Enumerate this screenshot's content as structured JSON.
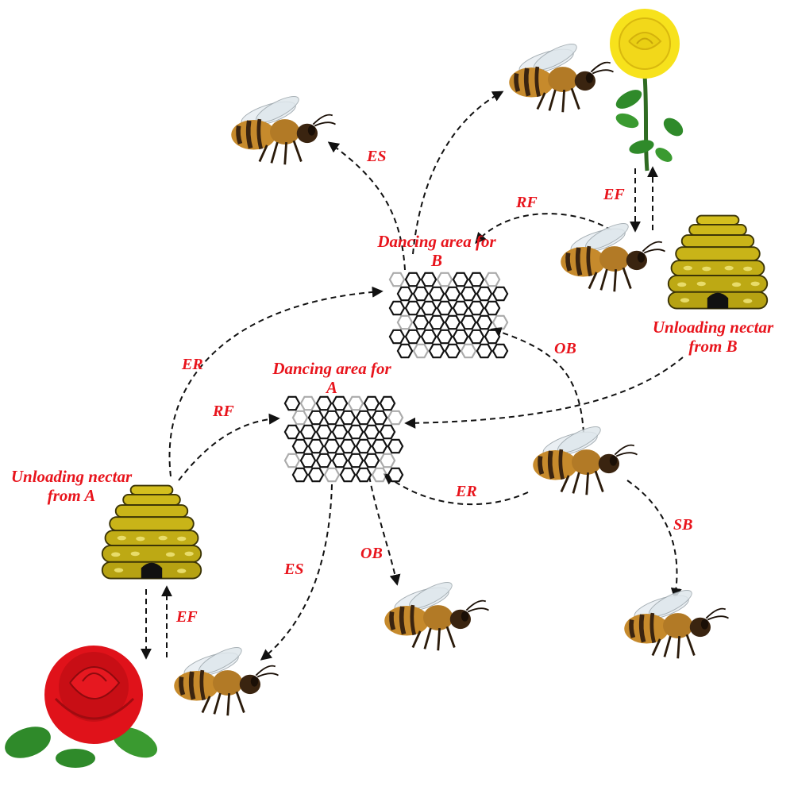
{
  "labels": {
    "dancing_b_line1": "Dancing area for",
    "dancing_b_line2": "B",
    "dancing_a_line1": "Dancing area for",
    "dancing_a_line2": "A",
    "unloading_b_line1": "Unloading nectar",
    "unloading_b_line2": "from B",
    "unloading_a_line1": "Unloading nectar",
    "unloading_a_line2": "from A"
  },
  "edges": {
    "es_top": "ES",
    "rf_top": "RF",
    "ef_top": "EF",
    "er_left": "ER",
    "rf_left": "RF",
    "ob_right": "OB",
    "er_bottom": "ER",
    "sb": "SB",
    "es_bottom": "ES",
    "ob_bottom": "OB",
    "ef_bottom": "EF"
  },
  "colors": {
    "label_red": "#e8141c",
    "hive_gold": "#c9b418",
    "hive_dark": "#6e6106",
    "rose_red": "#e0121a",
    "rose_yellow": "#f7e21c",
    "leaf_green": "#2f8a2a",
    "bee_body": "#c68a2c",
    "bee_stripe": "#3a2410"
  },
  "icons": [
    "bee-icon",
    "beehive-icon",
    "red-rose-icon",
    "yellow-rose-icon",
    "honeycomb-icon"
  ]
}
